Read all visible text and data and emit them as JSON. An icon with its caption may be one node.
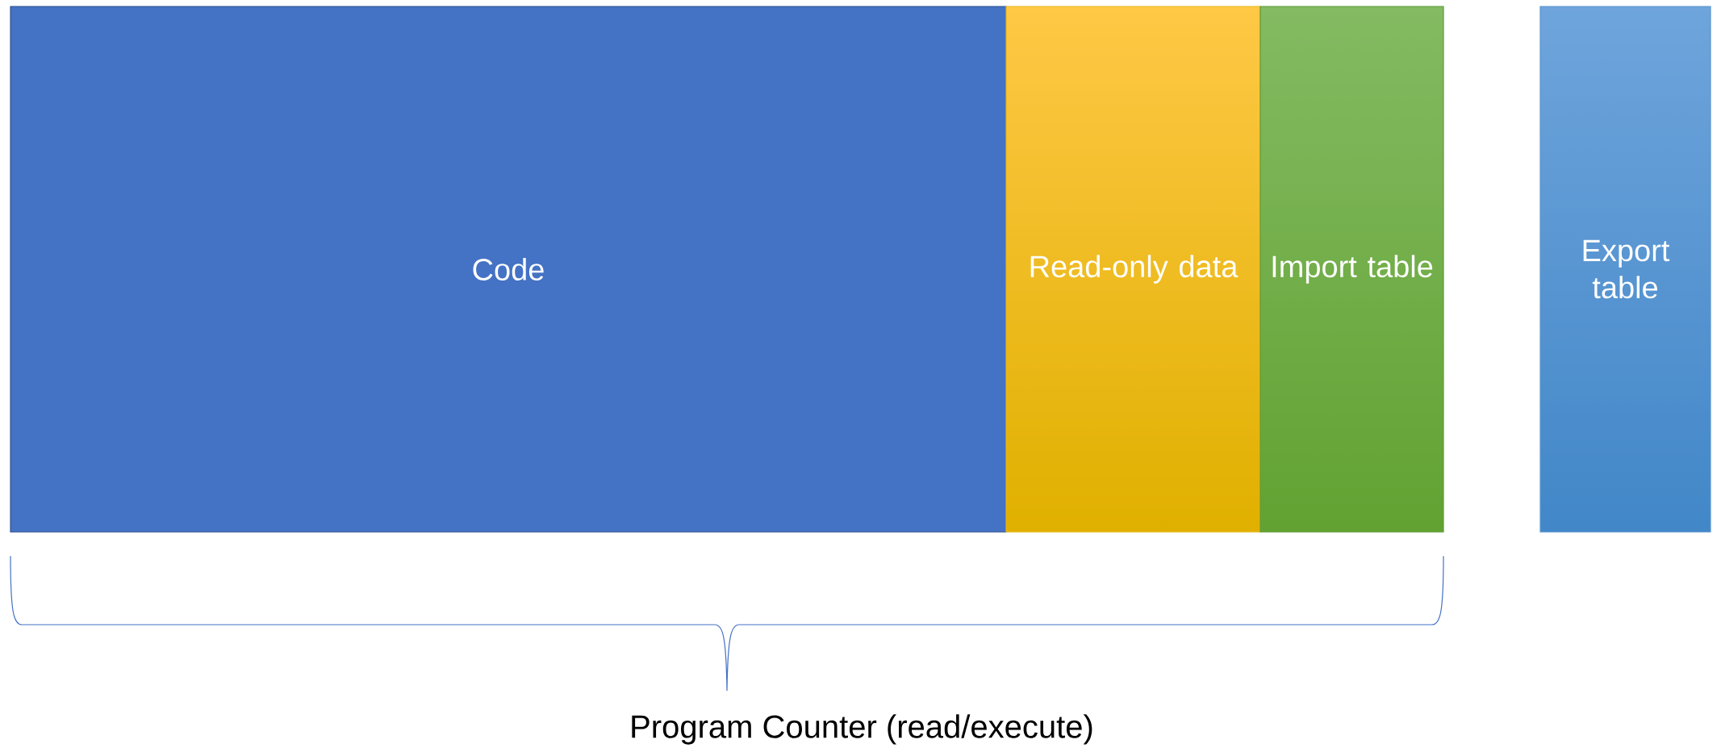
{
  "diagram": {
    "nodes": [
      {
        "text": [
          "Code"
        ]
      },
      {
        "text": [
          "Read-only data"
        ]
      },
      {
        "text": [
          "Import table"
        ]
      },
      {
        "text": [
          "Export table"
        ]
      }
    ],
    "labels": [
      "Program Counter (read/execute)"
    ]
  }
}
